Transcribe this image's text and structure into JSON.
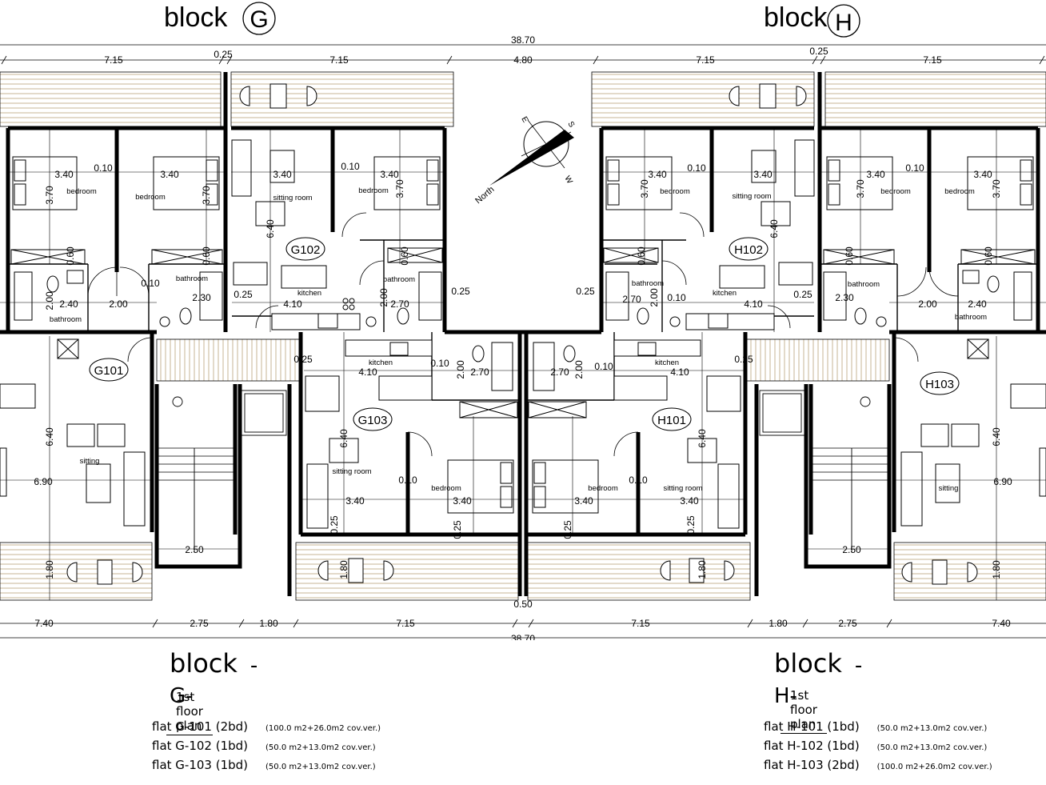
{
  "headers": {
    "left": {
      "word": "block",
      "letter": "G"
    },
    "right": {
      "word": "block",
      "letter": "H"
    }
  },
  "dimensions": {
    "top_total": "38.70",
    "top": [
      "7.15",
      "0.25",
      "7.15",
      "4.80",
      "7.15",
      "0.25",
      "7.15"
    ],
    "bottom_total": "38.70",
    "bottom": [
      "7.40",
      "2.75",
      "1.80",
      "7.15",
      "0.50",
      "7.15",
      "1.80",
      "2.75",
      "7.40"
    ],
    "interior": [
      "3.40",
      "0.10",
      "3.40",
      "3.40",
      "0.10",
      "3.40",
      "3.40",
      "0.10",
      "3.40",
      "3.40",
      "0.10",
      "3.40",
      "3.70",
      "3.70",
      "3.70",
      "3.70",
      "3.70",
      "3.70",
      "0.60",
      "0.60",
      "0.60",
      "0.60",
      "0.60",
      "0.60",
      "2.40",
      "2.00",
      "2.00",
      "2.30",
      "4.10",
      "2.70",
      "2.00",
      "0.25",
      "0.25",
      "0.10",
      "2.70",
      "2.00",
      "0.10",
      "4.10",
      "2.30",
      "2.00",
      "2.40",
      "0.25",
      "0.25",
      "6.40",
      "6.40",
      "6.40",
      "6.40",
      "6.40",
      "6.40",
      "6.90",
      "6.90",
      "2.50",
      "2.50",
      "1.80",
      "1.80",
      "1.80",
      "1.80",
      "4.10",
      "2.70",
      "2.00",
      "2.70",
      "2.00",
      "4.10",
      "0.25",
      "0.25",
      "0.10",
      "0.10",
      "3.40",
      "3.40",
      "3.40",
      "3.40",
      "0.10",
      "0.10",
      "0.25",
      "0.25",
      "0.25",
      "0.25"
    ]
  },
  "compass": {
    "north": "North",
    "e": "E",
    "s": "S",
    "w": "W"
  },
  "flats": {
    "g101": "G101",
    "g102": "G102",
    "g103": "G103",
    "h101": "H101",
    "h102": "H102",
    "h103": "H103"
  },
  "rooms": {
    "bedroom": "bedroom",
    "sitting_room": "sitting room",
    "sitting": "sitting",
    "kitchen": "kitchen",
    "bathroom": "bathroom"
  },
  "legend": {
    "g": {
      "title_word": "block",
      "title_letter": "-G-",
      "subtitle": "1st floor plan",
      "rows": [
        {
          "flat": "flat G-101 (2bd)",
          "area": "(100.0 m2+26.0m2 cov.ver.)"
        },
        {
          "flat": "flat G-102 (1bd)",
          "area": "(50.0 m2+13.0m2 cov.ver.)"
        },
        {
          "flat": "flat G-103 (1bd)",
          "area": "(50.0 m2+13.0m2 cov.ver.)"
        }
      ]
    },
    "h": {
      "title_word": "block",
      "title_letter": "-H-",
      "subtitle": "1st floor plan",
      "rows": [
        {
          "flat": "flat H-101 (1bd)",
          "area": "(50.0 m2+13.0m2 cov.ver.)"
        },
        {
          "flat": "flat H-102 (1bd)",
          "area": "(50.0 m2+13.0m2 cov.ver.)"
        },
        {
          "flat": "flat H-103 (2bd)",
          "area": "(100.0 m2+26.0m2 cov.ver.)"
        }
      ]
    }
  }
}
